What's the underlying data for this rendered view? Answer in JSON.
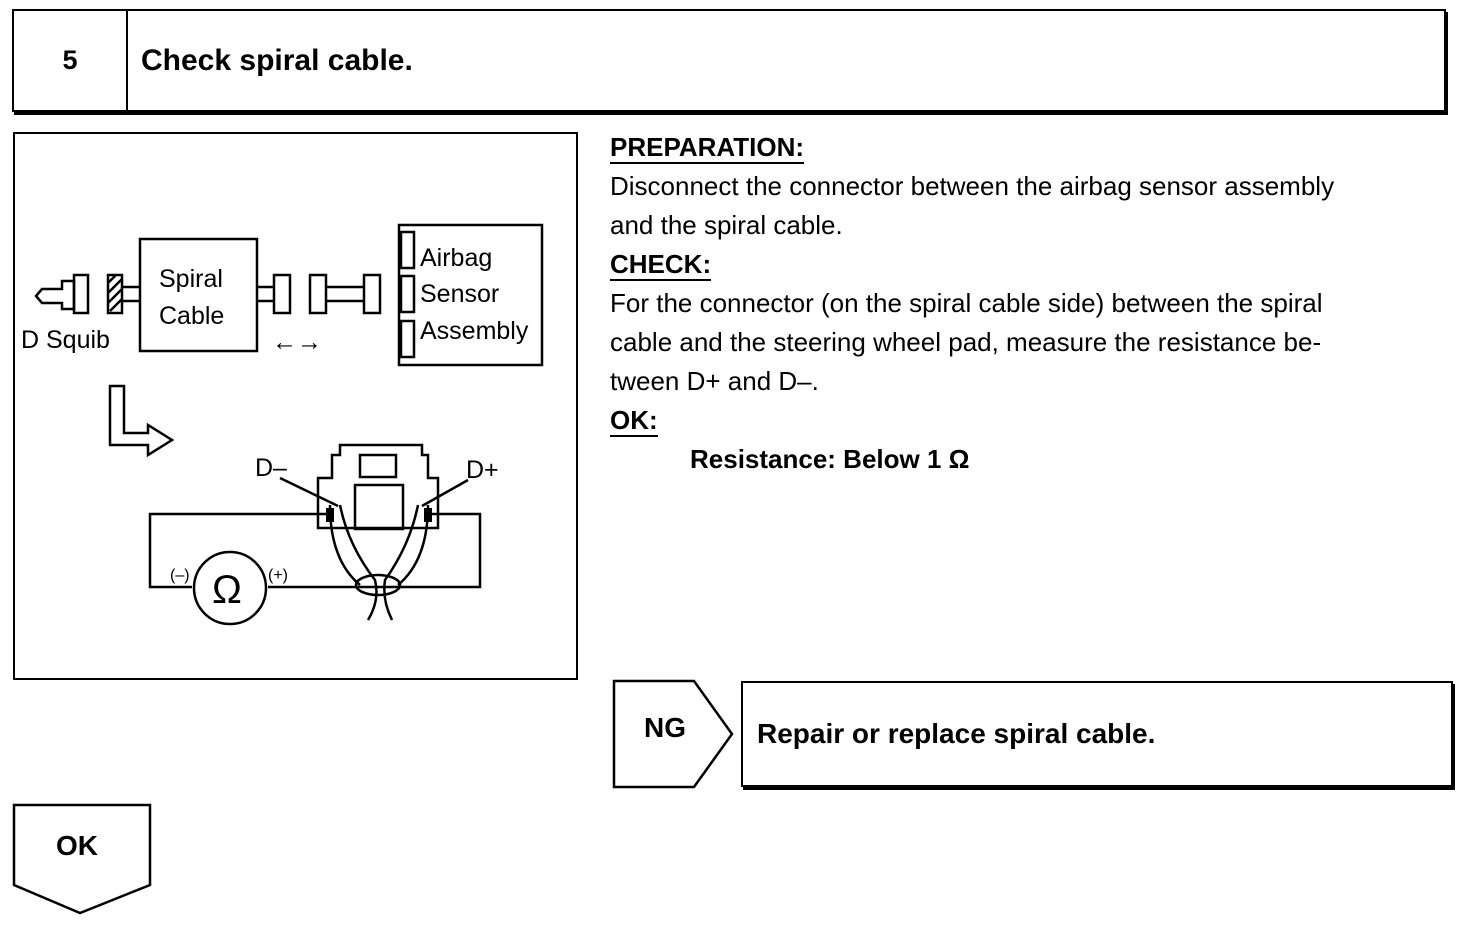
{
  "step": {
    "number": "5",
    "title": "Check spiral cable."
  },
  "figure": {
    "spiral_cable_line1": "Spiral",
    "spiral_cable_line2": "Cable",
    "d_squib": "D Squib",
    "airbag": "Airbag",
    "sensor": "Sensor",
    "assembly": "Assembly",
    "arrows": "←→",
    "d_minus": "D–",
    "d_plus": "D+",
    "ohm": "Ω",
    "neg_terminal": "(–)",
    "pos_terminal": "(+)"
  },
  "instructions": {
    "preparation_heading": "PREPARATION:",
    "preparation_line1": "Disconnect the connector between the airbag sensor assembly",
    "preparation_line2": "and the spiral cable.",
    "check_heading": "CHECK:",
    "check_line1": "For the connector (on the spiral cable side) between the spiral",
    "check_line2": "cable and the steering wheel pad, measure the resistance be-",
    "check_line3": "tween D+ and D–.",
    "ok_heading": "OK:",
    "spec": "Resistance: Below 1 Ω"
  },
  "branches": {
    "ng_label": "NG",
    "ng_action": "Repair or replace spiral cable.",
    "ok_label": "OK"
  }
}
